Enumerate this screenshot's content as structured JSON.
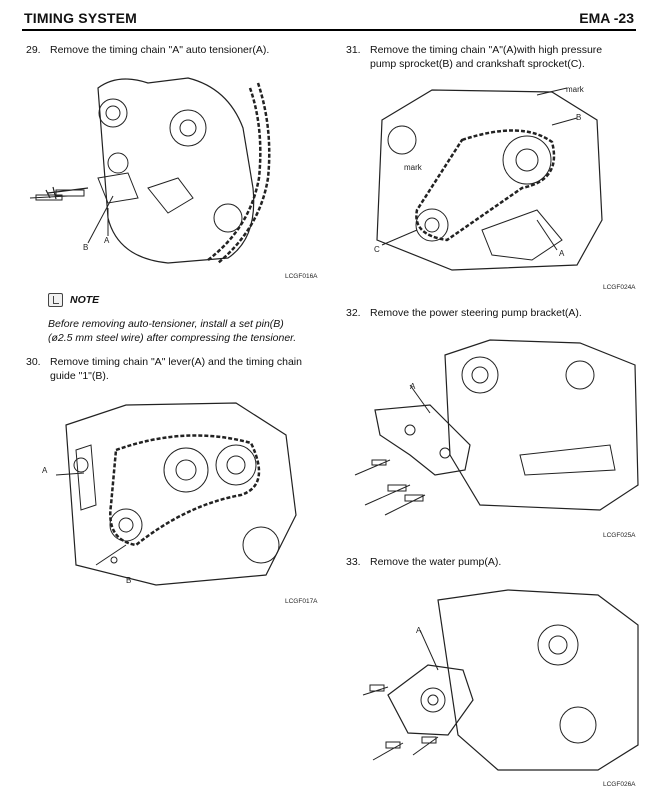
{
  "header": {
    "title": "TIMING SYSTEM",
    "page": "EMA -23"
  },
  "steps": [
    {
      "num": "29.",
      "text": "Remove the timing chain \"A\" auto tensioner(A).",
      "figure_code": "LCGF016A",
      "callouts": [
        "A",
        "B"
      ]
    },
    {
      "num": "30.",
      "text_line1": "Remove timing chain \"A\" lever(A) and the timing chain",
      "text_line2": "guide \"1\"(B).",
      "figure_code": "LCGF017A",
      "callouts": [
        "A",
        "B"
      ]
    },
    {
      "num": "31.",
      "text_line1": "Remove the timing chain \"A\"(A)with high pressure",
      "text_line2": "pump sprocket(B) and crankshaft sprocket(C).",
      "figure_code": "LCGF024A",
      "callouts": [
        "mark",
        "B",
        "mark",
        "C",
        "A"
      ]
    },
    {
      "num": "32.",
      "text": "Remove the power steering pump bracket(A).",
      "figure_code": "LCGF025A",
      "callouts": [
        "A"
      ]
    },
    {
      "num": "33.",
      "text": "Remove the water pump(A).",
      "figure_code": "LCGF026A",
      "callouts": [
        "A"
      ]
    }
  ],
  "note": {
    "title": "NOTE",
    "line1": "Before removing auto-tensioner, install a set pin(B)",
    "line2": "(ø2.5 mm steel wire) after compressing the tensioner."
  },
  "icons": {
    "note": "note-icon"
  }
}
